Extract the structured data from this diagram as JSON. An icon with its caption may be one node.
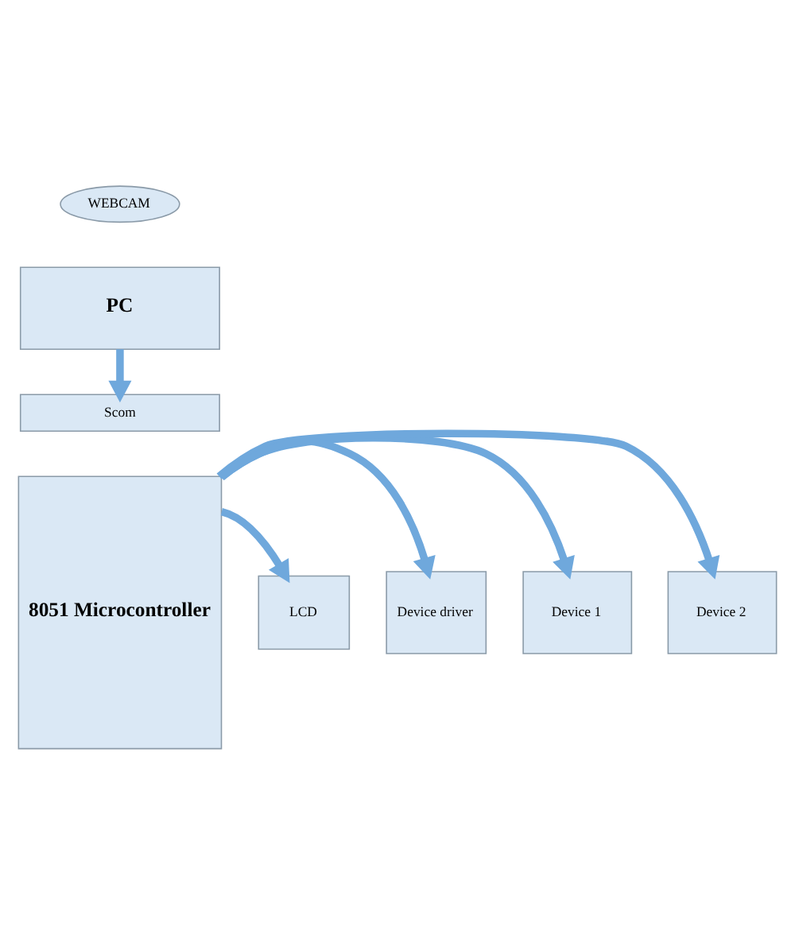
{
  "diagram": {
    "nodes": [
      {
        "text": [
          "WEBCAM"
        ]
      },
      {
        "text": [
          "PC"
        ]
      },
      {
        "text": [
          "Scom"
        ]
      },
      {
        "text": [
          "8051 Microcontroller"
        ]
      },
      {
        "text": [
          "Device 1"
        ]
      },
      {
        "text": [
          "Device 2"
        ]
      },
      {
        "text": [
          "LCD"
        ]
      },
      {
        "text": [
          "Device driver"
        ]
      }
    ],
    "edges": [
      {
        "from": 1,
        "to": 2,
        "arrow": "to"
      },
      {
        "from": 3,
        "to": 4,
        "arrow": "to"
      },
      {
        "from": 3,
        "to": 5,
        "arrow": "to"
      },
      {
        "from": 3,
        "to": 6,
        "arrow": "to"
      },
      {
        "from": 3,
        "to": 7,
        "arrow": "to"
      }
    ]
  }
}
